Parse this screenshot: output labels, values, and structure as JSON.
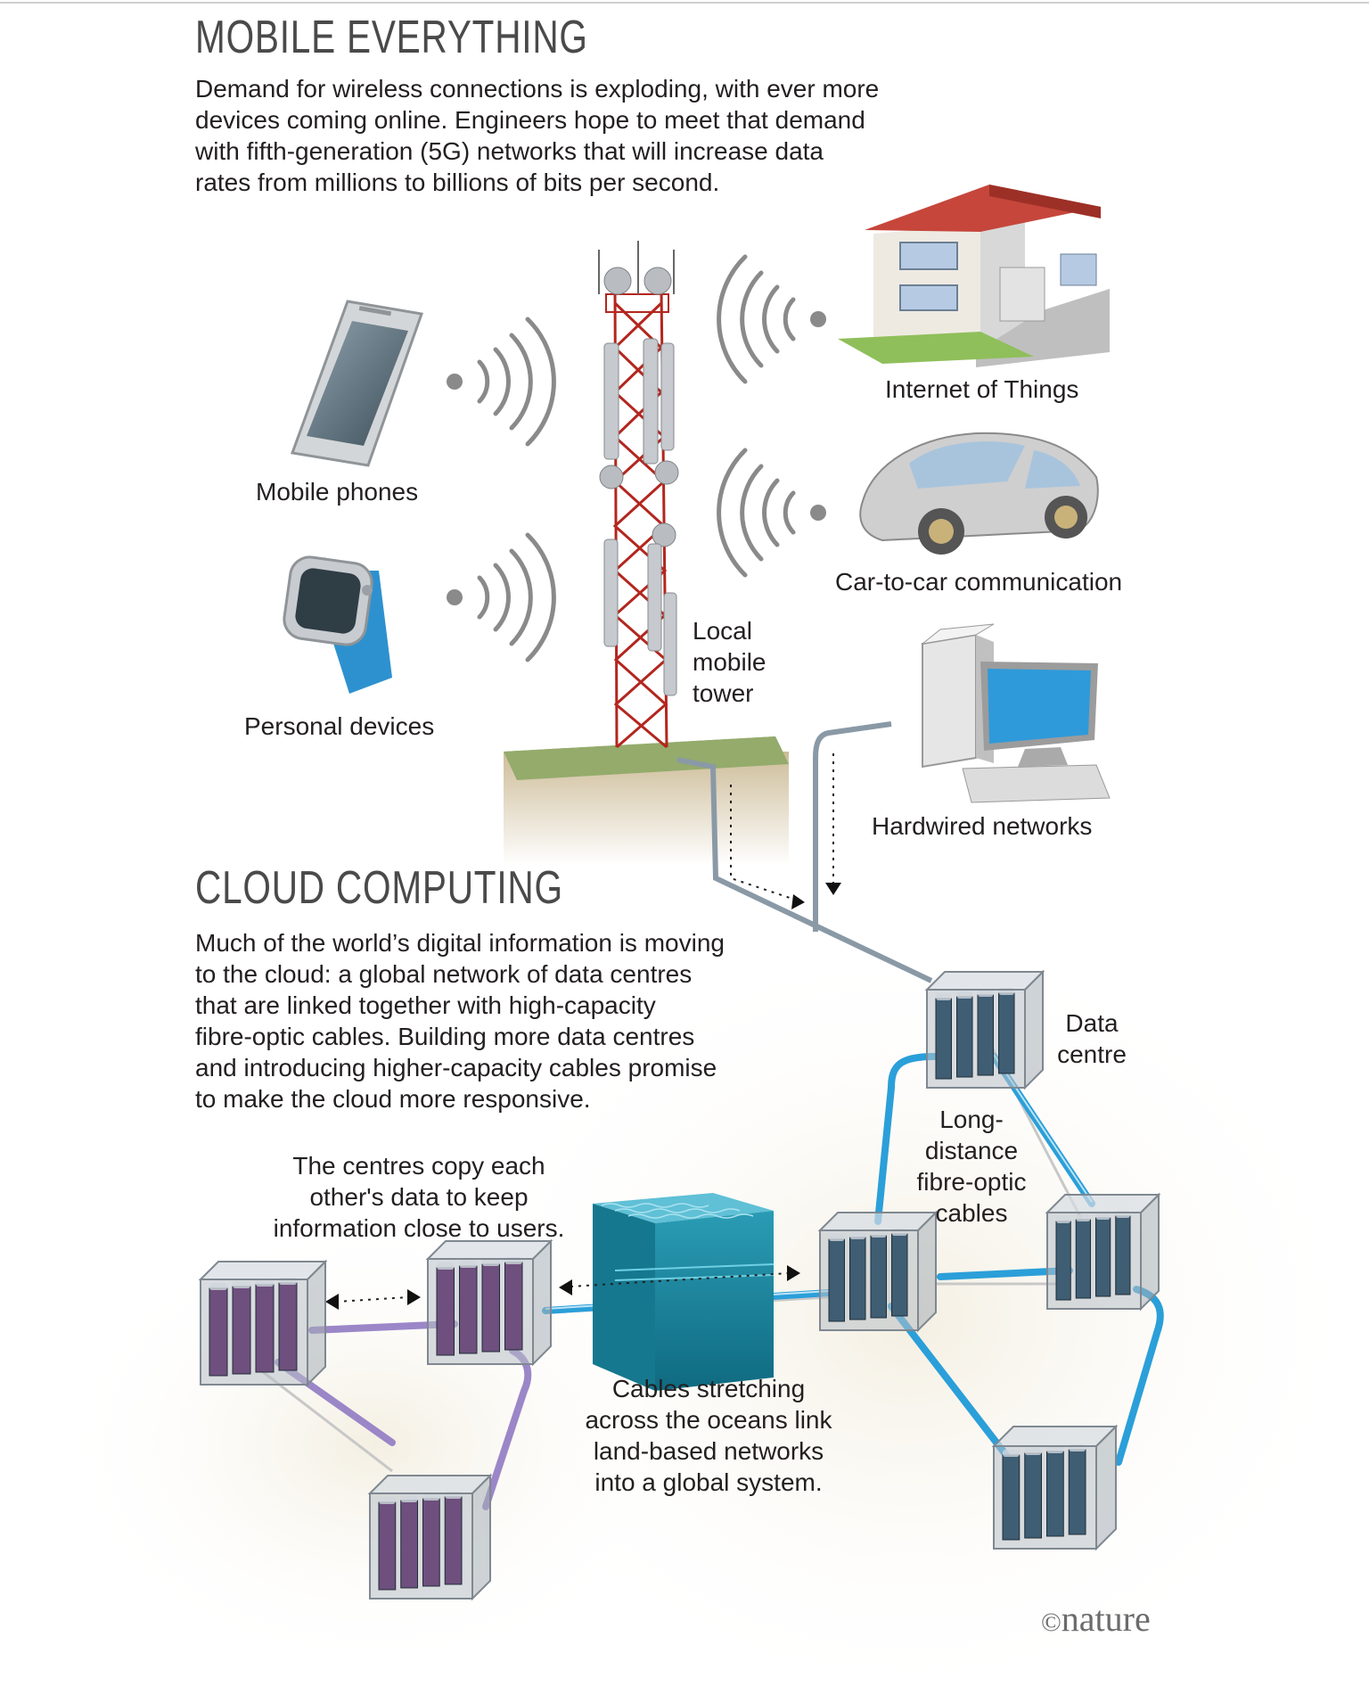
{
  "mobile": {
    "title": "MOBILE EVERYTHING",
    "intro_lines": [
      "Demand for wireless connections is exploding, with ever more",
      "devices coming online. Engineers hope to meet that demand",
      "with fifth-generation (5G) networks that will increase data",
      "rates from millions to billions of bits per second."
    ],
    "labels": {
      "mobile_phones": "Mobile phones",
      "personal_devices": "Personal devices",
      "tower": [
        "Local",
        "mobile",
        "tower"
      ],
      "iot": "Internet of Things",
      "car": "Car-to-car communication",
      "hardwired": "Hardwired networks"
    }
  },
  "cloud": {
    "title": "CLOUD COMPUTING",
    "intro_lines": [
      "Much of the world’s digital information is moving",
      "to the cloud: a global network of data centres",
      "that are linked together with high-capacity",
      "fibre-optic cables. Building more data centres",
      "and introducing higher-capacity cables promise",
      "to make the cloud more responsive."
    ],
    "labels": {
      "data_centre": [
        "Data",
        "centre"
      ],
      "long_distance": [
        "Long-",
        "distance",
        "fibre-optic",
        "cables"
      ],
      "copy": [
        "The centres copy each",
        "other's data to keep",
        "information close to users."
      ],
      "ocean": [
        "Cables stretching",
        "across the oceans link",
        "land-based networks",
        "into a global system."
      ]
    }
  },
  "credit": {
    "symbol": "©",
    "name": "nature"
  },
  "colors": {
    "tower_red": "#b3261e",
    "fibre_blue": "#2b9fd9",
    "fibre_purple": "#9b86c8",
    "server_blue": "#3f5d73",
    "server_purple": "#6e4f7d",
    "ocean_teal": "#1f8ea8",
    "ground_green": "#8ea866"
  }
}
